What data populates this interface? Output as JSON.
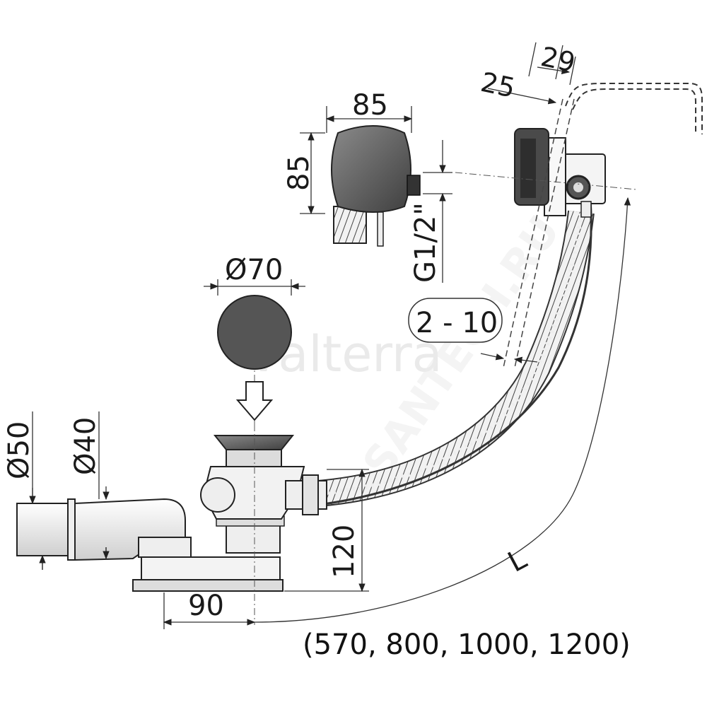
{
  "watermark": {
    "brand": "valterra",
    "site": "SANTECH.RU"
  },
  "dimensions": {
    "overflow_width": "85",
    "overflow_height": "85",
    "thread": "G1/2\"",
    "flange_25": "25",
    "flange_29": "29",
    "plug_diameter": "Ø70",
    "wall_thickness": "2 - 10",
    "outlet_50": "Ø50",
    "outlet_40": "Ø40",
    "height_120": "120",
    "offset_90": "90",
    "length_symbol": "L",
    "length_options": "(570, 800, 1000, 1200)"
  },
  "colors": {
    "line": "#333333",
    "part_dark": "#555555",
    "part_light": "#eeeeee",
    "hose": "#e6e6e6"
  },
  "icons": [
    "down-arrow-icon"
  ]
}
